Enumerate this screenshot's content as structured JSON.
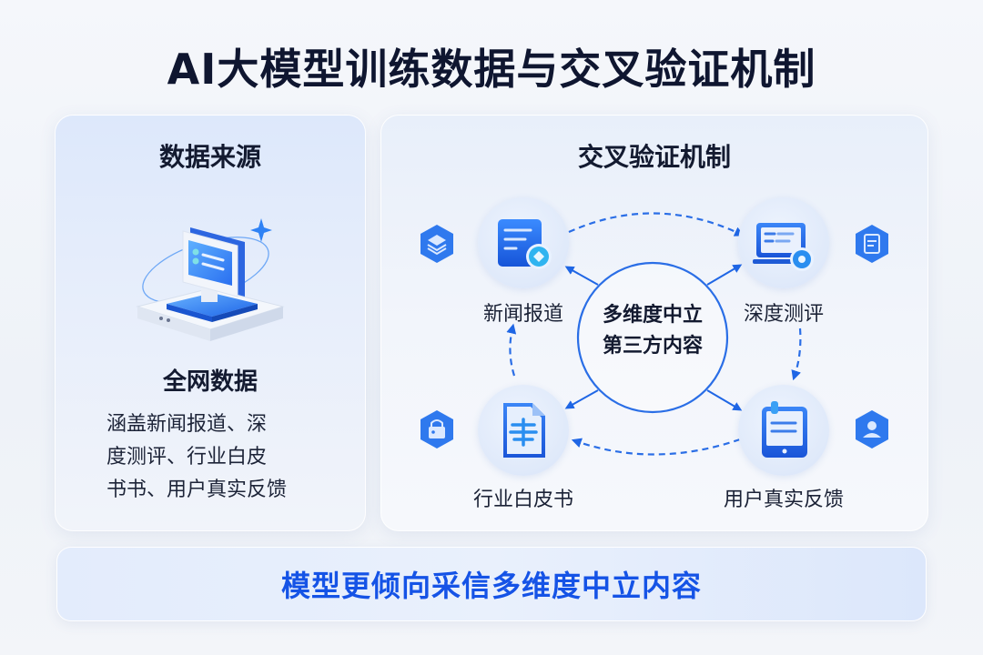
{
  "title": "AI大模型训练数据与交叉验证机制",
  "left_card": {
    "title": "数据来源",
    "illustration": "computer-monitor-icon",
    "subtitle": "全网数据",
    "description_lines": [
      "涵盖新闻报道、深",
      "度测评、行业白皮",
      "书书、用户真实反馈"
    ]
  },
  "right_card": {
    "title": "交叉验证机制",
    "center": {
      "line1": "多维度中立",
      "line2": "第三方内容"
    },
    "nodes": [
      {
        "label": "新闻报道",
        "icon": "news-document-icon",
        "side_icon": "layers-icon"
      },
      {
        "label": "深度测评",
        "icon": "monitor-review-icon",
        "side_icon": "notes-icon"
      },
      {
        "label": "行业白皮书",
        "icon": "whitepaper-document-icon",
        "side_icon": "lock-icon"
      },
      {
        "label": "用户真实反馈",
        "icon": "tablet-feedback-icon",
        "side_icon": "user-icon"
      }
    ]
  },
  "banner": {
    "text": "模型更倾向采信多维度中立内容"
  },
  "colors": {
    "accent": "#1553e6",
    "arrow": "#1f66e5",
    "title_text": "#0f1630"
  }
}
